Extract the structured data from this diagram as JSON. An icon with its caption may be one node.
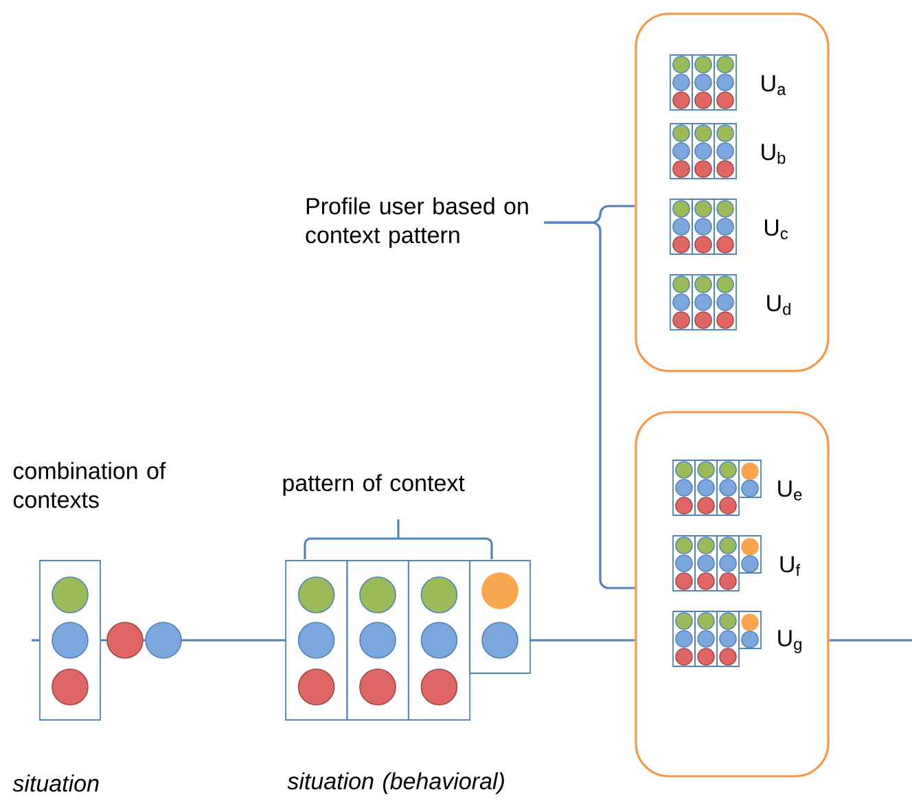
{
  "diagram": {
    "nodes": [
      {
        "text": [],
        "shape": "box"
      },
      {
        "text": [
          "U$_{a}$"
        ],
        "in": 0
      },
      {
        "text": [
          "U$_{b}$"
        ],
        "in": 0
      },
      {
        "text": [
          "U$_{c}$"
        ],
        "in": 0
      },
      {
        "text": [
          "U$_{d}$"
        ],
        "in": 0
      },
      {
        "text": [],
        "shape": "box"
      },
      {
        "text": [
          "U$_{e}$"
        ],
        "in": 5
      },
      {
        "text": [
          "U$_{f}$"
        ],
        "in": 5
      },
      {
        "text": [
          "U$_{g}$"
        ],
        "in": 5
      },
      {
        "text": [
          "Profile user based on context pattern"
        ]
      },
      {
        "text": [],
        "shape": "box"
      },
      {
        "text": [],
        "shape": "box"
      }
    ],
    "edges": [
      {
        "from": 9,
        "to": 0,
        "arrow": "none"
      },
      {
        "from": 9,
        "to": 5,
        "arrow": "none"
      },
      {
        "from": null,
        "to": 10,
        "arrow": "none"
      },
      {
        "from": 10,
        "to": 11,
        "arrow": "none"
      },
      {
        "from": 11,
        "to": 5,
        "arrow": "none"
      },
      {
        "from": 5,
        "to": null,
        "arrow": "none"
      }
    ],
    "labels": [
      "combination of contexts",
      "pattern of context",
      "situation",
      "situation (behavioral)"
    ]
  }
}
